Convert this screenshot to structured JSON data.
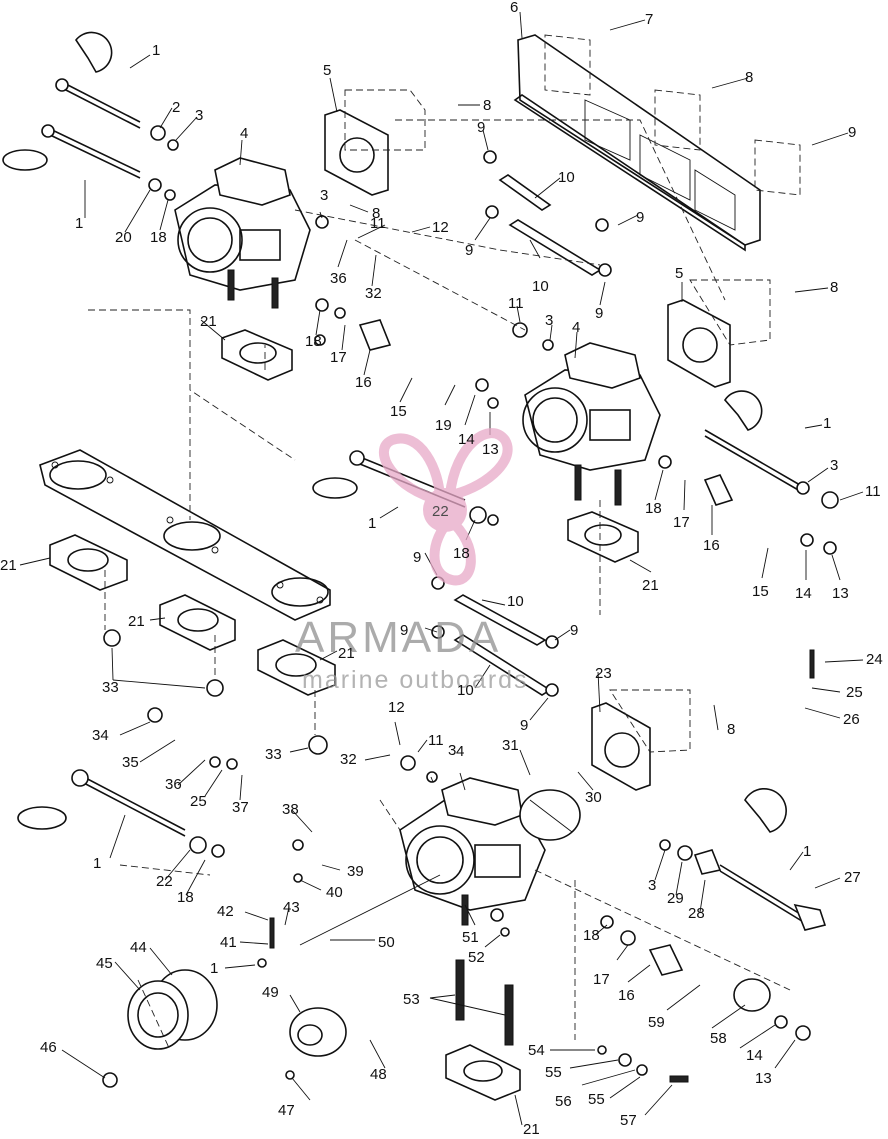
{
  "watermark": {
    "title": "ARMADA",
    "subtitle": "marine outboards",
    "center_label": "22",
    "color": "#e8a9c8"
  },
  "diagram": {
    "callouts": [
      "1",
      "2",
      "3",
      "4",
      "5",
      "6",
      "7",
      "8",
      "9",
      "10",
      "11",
      "12",
      "13",
      "14",
      "15",
      "16",
      "17",
      "18",
      "19",
      "20",
      "21",
      "22",
      "23",
      "24",
      "25",
      "26",
      "27",
      "28",
      "29",
      "30",
      "31",
      "32",
      "33",
      "34",
      "35",
      "36",
      "37",
      "38",
      "39",
      "40",
      "41",
      "42",
      "43",
      "44",
      "45",
      "46",
      "47",
      "48",
      "49",
      "50",
      "51",
      "52",
      "53",
      "54",
      "55",
      "56",
      "57",
      "58",
      "59"
    ]
  }
}
